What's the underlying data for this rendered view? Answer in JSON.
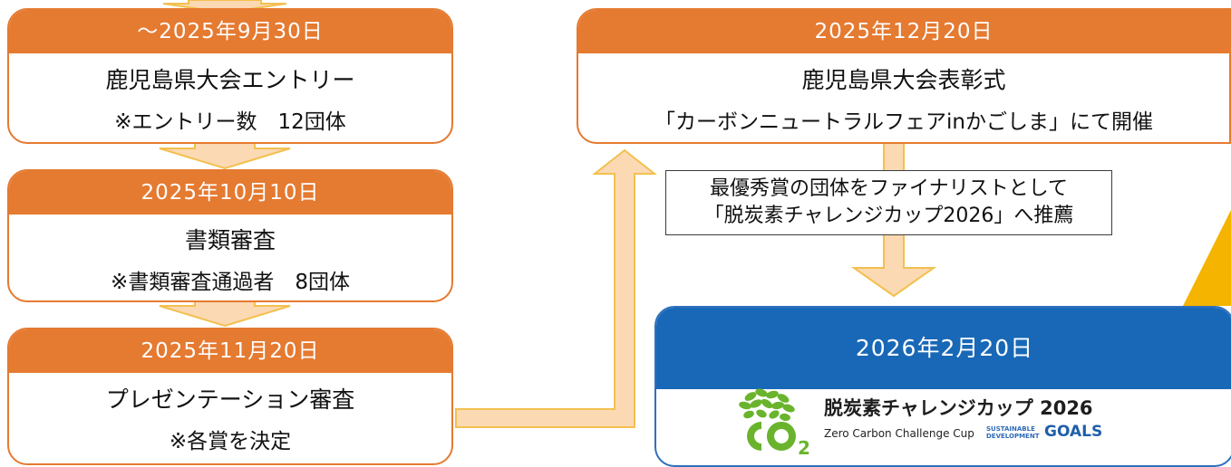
{
  "steps": [
    {
      "date": "～2025年9月30日",
      "title": "鹿児島県大会エントリー",
      "note": "※エントリー数　12団体"
    },
    {
      "date": "2025年10月10日",
      "title": "書類審査",
      "note": "※書類審査通過者　8団体"
    },
    {
      "date": "2025年11月20日",
      "title": "プレゼンテーション審査",
      "note": "※各賞を決定"
    },
    {
      "date": "2025年12月20日",
      "title": "鹿児島県大会表彰式",
      "note": "「カーボンニュートラルフェアinかごしま」にて開催"
    }
  ],
  "recommendation": {
    "line1": "最優秀賞の団体をファイナリストとして",
    "line2": "「脱炭素チャレンジカップ2026」へ推薦"
  },
  "final": {
    "date": "2026年2月20日",
    "logo_title": "脱炭素チャレンジカップ 2026",
    "logo_subtitle": "Zero Carbon Challenge Cup",
    "sdg_small_1": "SUSTAINABLE",
    "sdg_small_2": "DEVELOPMENT",
    "sdg_goals": "GOALS",
    "logo_mark": "CO2"
  },
  "colors": {
    "orange": "#e57a31",
    "arrow_fill": "#fbd9b3",
    "arrow_stroke": "#f3c04f",
    "blue": "#1868b7",
    "leaf_green": "#6ab42d",
    "accent_yellow": "#f4b400"
  }
}
